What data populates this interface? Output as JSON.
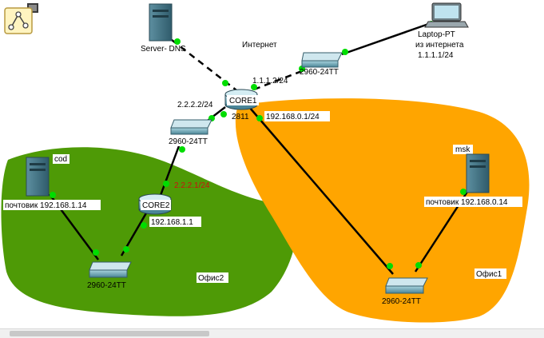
{
  "zones": {
    "office2_label": "Офис2",
    "office1_label": "Офис1"
  },
  "devices": {
    "server_dns": "Server- DNS",
    "internet": "Интернет",
    "laptop_name": "Laptop-PT",
    "laptop_desc": "из интернета",
    "laptop_ip": "1.1.1.1/24",
    "switch_internet": "2960-24TT",
    "core1": "CORE1",
    "core1_model": "2811",
    "core1_ip_internet": "1.1.1.2/24",
    "core1_ip_core2": "2.2.2.2/24",
    "core1_ip_lan": "192.168.0.1/24",
    "switch_core_link": "2960-24TT",
    "core2": "CORE2",
    "core2_ip_core1": "2.2.2.1/24",
    "core2_ip_lan": "192.168.1.1",
    "server_cod": "cod",
    "server_cod_ip": "почтовик 192.168.1.14",
    "switch_office2": "2960-24TT",
    "server_msk": "msk",
    "server_msk_ip": "почтовик 192.168.0.14",
    "switch_office1": "2960-24TT"
  },
  "colors": {
    "office2_zone": "#4e9a06",
    "office1_zone": "#ffa500",
    "link_active": "#00dd00",
    "red_label": "#cc1010"
  }
}
